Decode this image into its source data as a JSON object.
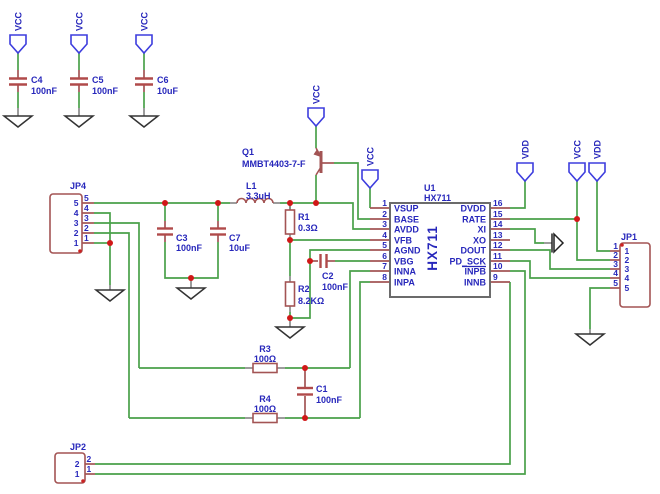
{
  "colors": {
    "wire_green": "#4aa14a",
    "symbol_red": "#a35454",
    "label_blue": "#2727bb",
    "power_blue": "#3d3dde",
    "junction_red": "#d01818",
    "ic_border_gray": "#6b6b6b"
  },
  "power": {
    "vcc": "VCC",
    "vdd": "VDD"
  },
  "parts": {
    "c4": {
      "ref": "C4",
      "value": "100nF"
    },
    "c5": {
      "ref": "C5",
      "value": "100nF"
    },
    "c6": {
      "ref": "C6",
      "value": "10uF"
    },
    "c3": {
      "ref": "C3",
      "value": "100nF"
    },
    "c7": {
      "ref": "C7",
      "value": "10uF"
    },
    "c2": {
      "ref": "C2",
      "value": "100nF"
    },
    "c1": {
      "ref": "C1",
      "value": "100nF"
    },
    "r1": {
      "ref": "R1",
      "value": "0.3Ω"
    },
    "r2": {
      "ref": "R2",
      "value": "8.2KΩ"
    },
    "r3": {
      "ref": "R3",
      "value": "100Ω"
    },
    "r4": {
      "ref": "R4",
      "value": "100Ω"
    },
    "l1": {
      "ref": "L1",
      "value": "3.3uH"
    },
    "q1": {
      "ref": "Q1",
      "value": "MMBT4403-7-F"
    },
    "u1": {
      "ref": "U1",
      "value": "HX711",
      "big_label": "HX711"
    }
  },
  "ic_pins": {
    "left": [
      {
        "num": "1",
        "name": "VSUP"
      },
      {
        "num": "2",
        "name": "BASE"
      },
      {
        "num": "3",
        "name": "AVDD"
      },
      {
        "num": "4",
        "name": "VFB"
      },
      {
        "num": "5",
        "name": "AGND"
      },
      {
        "num": "6",
        "name": "VBG"
      },
      {
        "num": "7",
        "name": "INNA"
      },
      {
        "num": "8",
        "name": "INPA"
      }
    ],
    "right": [
      {
        "num": "16",
        "name": "DVDD"
      },
      {
        "num": "15",
        "name": "RATE"
      },
      {
        "num": "14",
        "name": "XI"
      },
      {
        "num": "13",
        "name": "XO"
      },
      {
        "num": "12",
        "name": "DOUT"
      },
      {
        "num": "11",
        "name": "PD_SCK"
      },
      {
        "num": "10",
        "name": "INPB"
      },
      {
        "num": "9",
        "name": "INNB"
      }
    ]
  },
  "connectors": {
    "jp4": {
      "label": "JP4",
      "pins": [
        "5",
        "4",
        "3",
        "2",
        "1"
      ]
    },
    "jp1": {
      "label": "JP1",
      "pins": [
        "1",
        "2",
        "3",
        "4",
        "5"
      ]
    },
    "jp2": {
      "label": "JP2",
      "pins": [
        "2",
        "1"
      ]
    }
  }
}
